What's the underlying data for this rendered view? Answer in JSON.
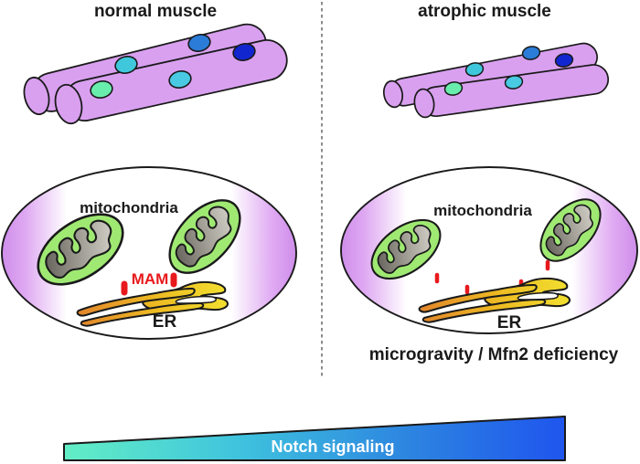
{
  "panels": {
    "left": {
      "title": "normal muscle",
      "mitochondria_label": "mitochondria",
      "mam_label": "MAM",
      "er_label": "ER"
    },
    "right": {
      "title": "atrophic muscle",
      "mitochondria_label": "mitochondria",
      "er_label": "ER",
      "caption": "microgravity / Mfn2 deficiency"
    }
  },
  "gradient_bar": {
    "label": "Notch signaling",
    "direction": "low-at-left-to-high-at-right",
    "stops": [
      "#62EFC5",
      "#3FC3DE",
      "#2D86E0",
      "#1F55EE"
    ]
  },
  "colors": {
    "muscle_fiber": "#D9A0F0",
    "nuclei": [
      "#69EDAD",
      "#3FC8DC",
      "#49C9E2",
      "#2B7CD8",
      "#1226CF"
    ],
    "cell_glow": "#CE8DEA",
    "cell_glow_soft": "#DFA9F2",
    "mitochondrion_outer": "#9FE973",
    "matrix_dark": "#5F5C55",
    "matrix_mid": "#A8A59C",
    "matrix_light": "#DCDAD2",
    "er_stops": [
      "#E2862C",
      "#EDB922",
      "#F2E030"
    ],
    "mam_tether": "#E8191C",
    "outline": "#1A1A1A"
  }
}
